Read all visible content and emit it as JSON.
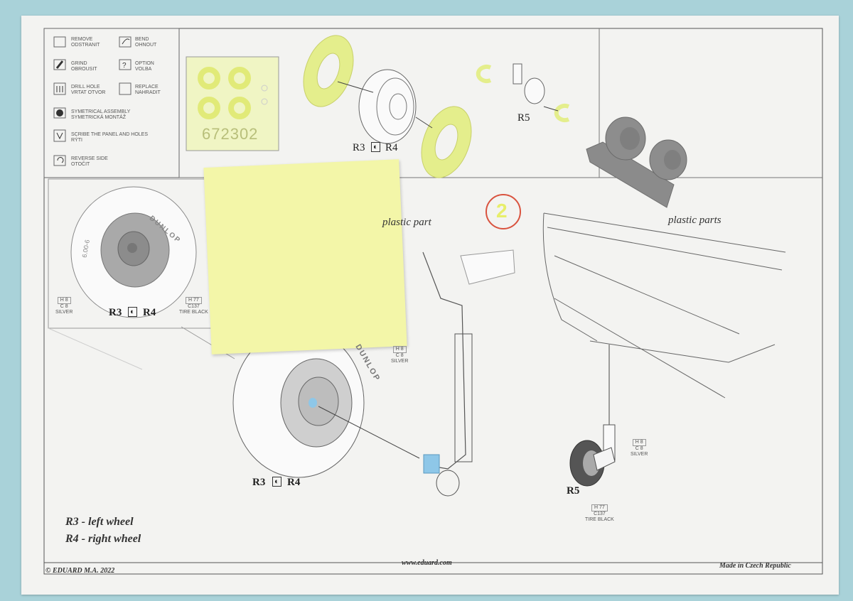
{
  "legend": {
    "items": [
      {
        "icon": "remove-icon",
        "text": "REMOVE\nODSTRANIT"
      },
      {
        "icon": "bend-icon",
        "text": "BEND\nOHNOUT"
      },
      {
        "icon": "grind-icon",
        "text": "GRIND\nOBROUSIT"
      },
      {
        "icon": "option-icon",
        "text": "OPTION\nVOLBA"
      },
      {
        "icon": "drill-hole-icon",
        "text": "DRILL HOLE\nVRTAT OTVOR"
      },
      {
        "icon": "replace-icon",
        "text": "REPLACE\nNAHRADIT"
      },
      {
        "icon": "symmetrical-assembly-icon",
        "text": "SYMETRICAL ASSEMBLY\nSYMETRICKÁ MONTÁŽ"
      },
      {
        "icon": "scribe-icon",
        "text": "SCRIBE THE PANEL AND HOLES\nRÝTI"
      },
      {
        "icon": "reverse-side-icon",
        "text": "REVERSE SIDE\nOTOČIT"
      }
    ]
  },
  "mask_sheet": {
    "code": "672302"
  },
  "labels": {
    "r3_top": "R3",
    "r4_top": "R4",
    "r5_top": "R5",
    "r3_detail": "R3",
    "r4_detail": "R4",
    "r3_main": "R3",
    "r4_main": "R4",
    "r5_main": "R5",
    "plastic_part": "plastic part",
    "plastic_parts": "plastic parts",
    "step_number": "2",
    "tire_brand": "DUNLOP",
    "tire_size": "6.00-6"
  },
  "paints": {
    "detail_silver": {
      "code1": "H 8",
      "code2": "C 8",
      "name": "SILVER"
    },
    "detail_tire": {
      "code1": "H 77",
      "code2": "C137",
      "name": "TIRE BLACK"
    },
    "main_silver": {
      "code1": "H 8",
      "code2": "C 8",
      "name": "SILVER"
    },
    "r5_silver": {
      "code1": "H 8",
      "code2": "C 8",
      "name": "SILVER"
    },
    "r5_tire": {
      "code1": "H 77",
      "code2": "C137",
      "name": "TIRE BLACK"
    }
  },
  "notes": {
    "r3": "R3 - left wheel",
    "r4": "R4 - right wheel"
  },
  "footer": {
    "copyright": "© EDUARD  M.A. 2022",
    "website": "www.eduard.com",
    "origin": "Made in Czech Republic"
  },
  "colors": {
    "mask_yellow": "#e4ee8c",
    "note_yellow": "#f3f6a8",
    "hub_blue": "#8ec7e8",
    "step_circle": "#d9533f"
  }
}
